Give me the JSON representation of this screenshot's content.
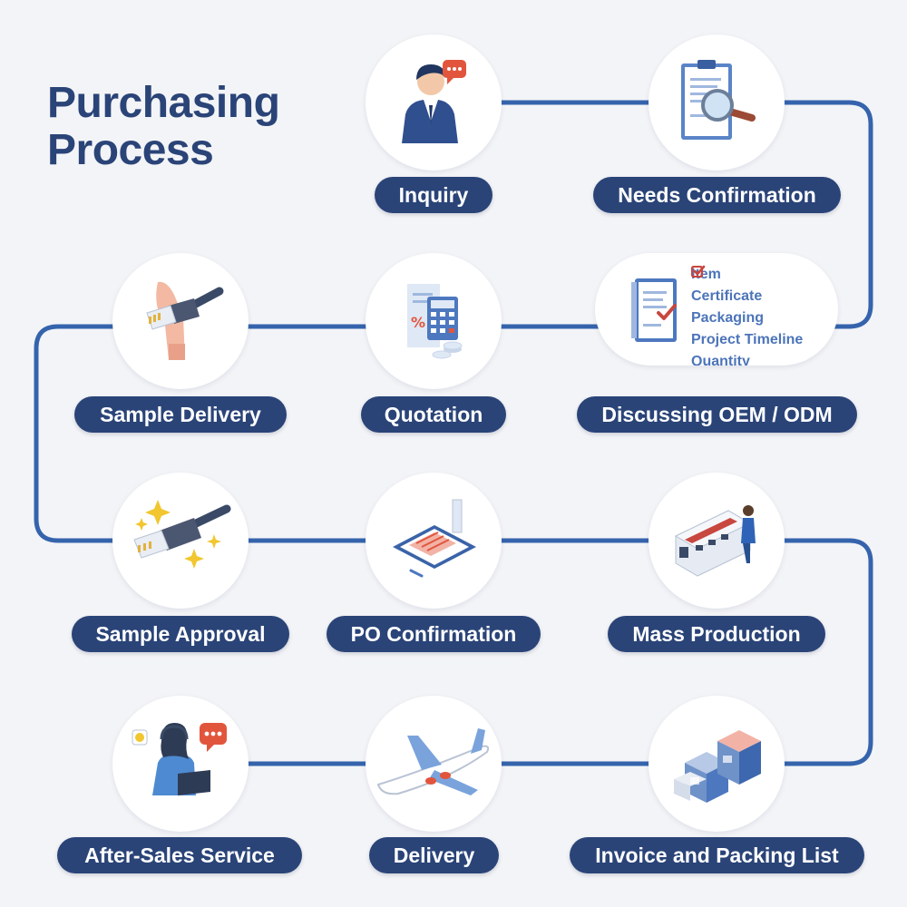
{
  "title": {
    "line1": "Purchasing",
    "line2": "Process"
  },
  "colors": {
    "primary": "#2a4478",
    "connector": "#3564ad",
    "checklist_text": "#4c74b9",
    "check_mark": "#c8473f",
    "background": "#f3f4f7"
  },
  "steps": [
    {
      "label": "Inquiry",
      "icon": "customer-chat-icon"
    },
    {
      "label": "Needs Confirmation",
      "icon": "clipboard-magnifier-icon"
    },
    {
      "label": "Discussing OEM / ODM",
      "icon": "checklist-notebook-icon"
    },
    {
      "label": "Quotation",
      "icon": "calculator-receipt-icon"
    },
    {
      "label": "Sample Delivery",
      "icon": "hand-cable-icon"
    },
    {
      "label": "Sample Approval",
      "icon": "sparkle-cable-icon"
    },
    {
      "label": "PO Confirmation",
      "icon": "tablet-document-icon"
    },
    {
      "label": "Mass Production",
      "icon": "factory-worker-icon"
    },
    {
      "label": "Invoice and Packing List",
      "icon": "boxes-icon"
    },
    {
      "label": "Delivery",
      "icon": "airplane-icon"
    },
    {
      "label": "After-Sales Service",
      "icon": "support-agent-icon"
    }
  ],
  "oem_checklist": [
    "Item",
    "Certificate",
    "Packaging",
    "Project Timeline",
    "Quantity"
  ]
}
